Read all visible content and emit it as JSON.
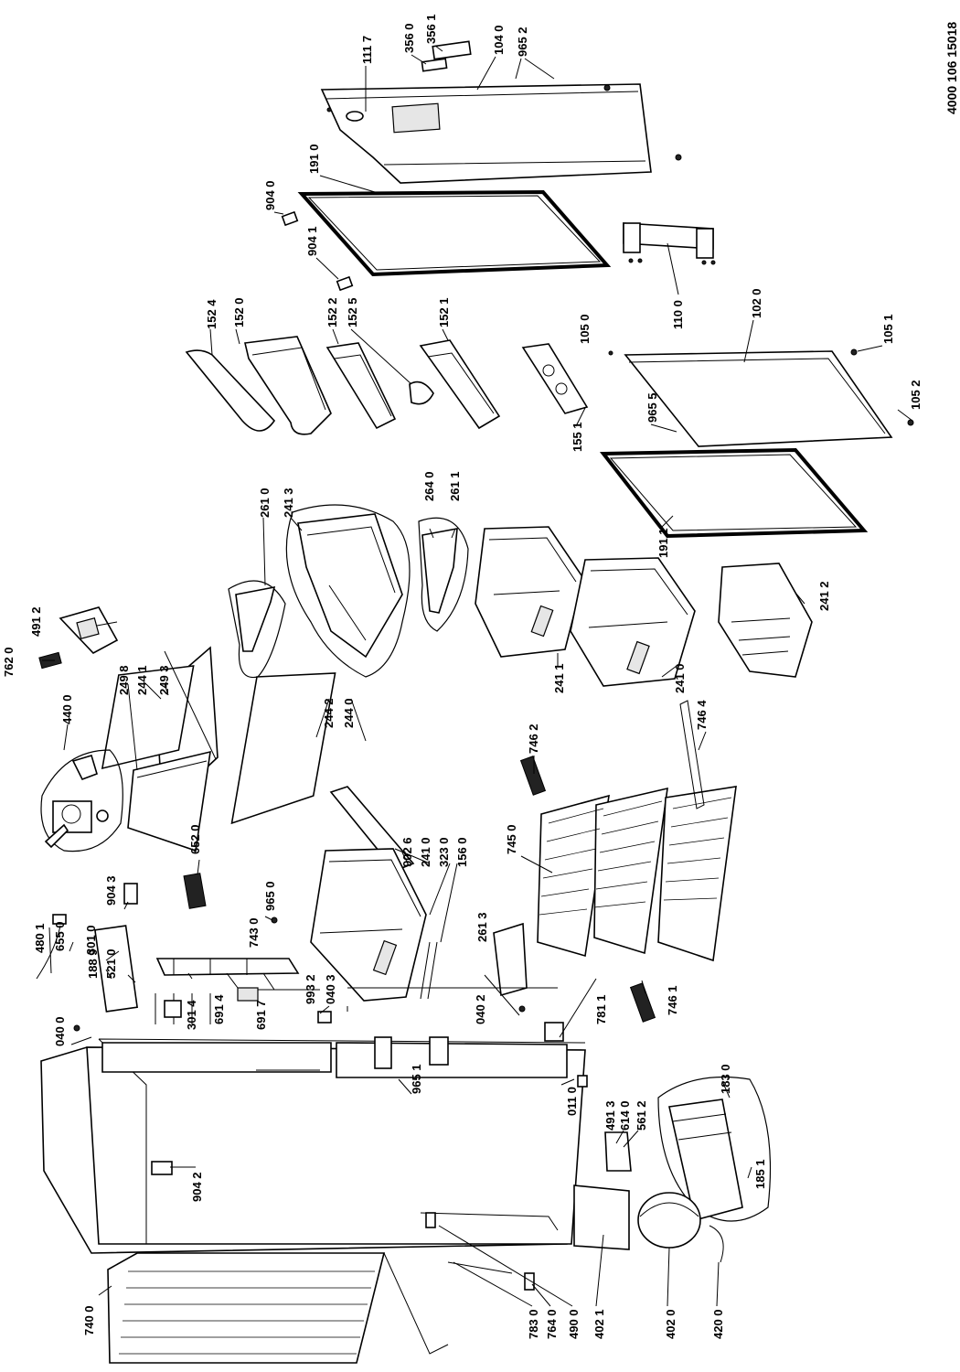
{
  "doc_code": "4000 106 15018",
  "labels": {
    "l1117": "111 7",
    "l3560": "356 0",
    "l3561": "356 1",
    "l1040": "104 0",
    "l9652": "965 2",
    "l1910": "191 0",
    "l9040": "904 0",
    "l9041": "904 1",
    "l1100": "110 0",
    "l1524": "152 4",
    "l1520": "152 0",
    "l1522": "152 2",
    "l1525": "152 5",
    "l1521": "152 1",
    "l1050": "105 0",
    "l1020": "102 0",
    "l1051": "105 1",
    "l9655": "965 5",
    "l1052": "105 2",
    "l1551": "155 1",
    "l1911": "191 1",
    "l2610": "261 0",
    "l2413": "241 3",
    "l2640": "264 0",
    "l2611": "261 1",
    "l4912": "491 2",
    "l7620": "762 0",
    "l2498": "249 8",
    "l2441": "244 1",
    "l2493": "249 3",
    "l2442": "244 2",
    "l2440": "244 0",
    "l2411": "241 1",
    "l2410": "241 0",
    "l2412": "241 2",
    "l4400": "440 0",
    "l7462": "746 2",
    "l7464": "746 4",
    "l7450": "745 0",
    "l9026": "902 6",
    "l2410b": "241 0",
    "l3230": "323 0",
    "l1560": "156 0",
    "l2613": "261 3",
    "l6520": "652 0",
    "l9043": "904 3",
    "l7430": "743 0",
    "l9650": "965 0",
    "l4801": "480 1",
    "l6550": "655 0",
    "l3010": "301 0",
    "l1889": "188 9",
    "l5210": "521 0",
    "l0400": "040 0",
    "l3014": "301 4",
    "l6914": "691 4",
    "l6917": "691 7",
    "l9932": "993 2",
    "l0403": "040 3",
    "l0402": "040 2",
    "l7811": "781 1",
    "l7461": "746 1",
    "l9651": "965 1",
    "l0110": "011 0",
    "l4913": "491 3",
    "l6140": "614 0",
    "l5612": "561 2",
    "l1830": "183 0",
    "l1851": "185 1",
    "l9042": "904 2",
    "l7400": "740 0",
    "l7830": "783 0",
    "l7640": "764 0",
    "l4900": "490 0",
    "l4021": "402 1",
    "l4020": "402 0",
    "l4200": "420 0"
  }
}
